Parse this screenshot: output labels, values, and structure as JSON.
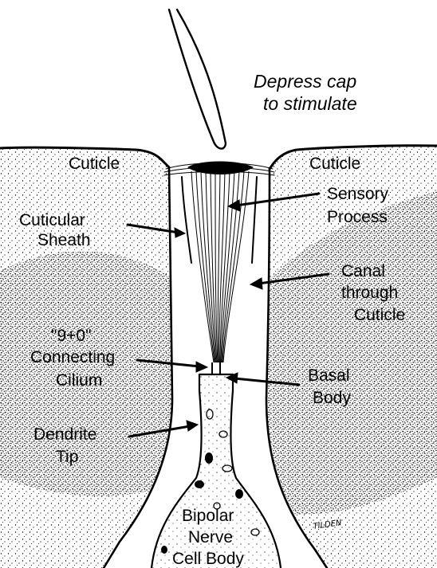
{
  "caption": {
    "line1": "Depress cap",
    "line2": "to stimulate"
  },
  "labels": {
    "cuticle_left": "Cuticle",
    "cuticle_right": "Cuticle",
    "cuticular_sheath_1": "Cuticular",
    "cuticular_sheath_2": "Sheath",
    "sensory_process_1": "Sensory",
    "sensory_process_2": "Process",
    "canal_1": "Canal",
    "canal_2": "through",
    "canal_3": "Cuticle",
    "cilium_1": "\"9+0\"",
    "cilium_2": "Connecting",
    "cilium_3": "Cilium",
    "basal_body_1": "Basal",
    "basal_body_2": "Body",
    "dendrite_tip_1": "Dendrite",
    "dendrite_tip_2": "Tip",
    "cell_body_1": "Bipolar",
    "cell_body_2": "Nerve",
    "cell_body_3": "Cell Body"
  },
  "signature": "TILDEN",
  "colors": {
    "ink": "#000000",
    "paper": "#ffffff"
  }
}
